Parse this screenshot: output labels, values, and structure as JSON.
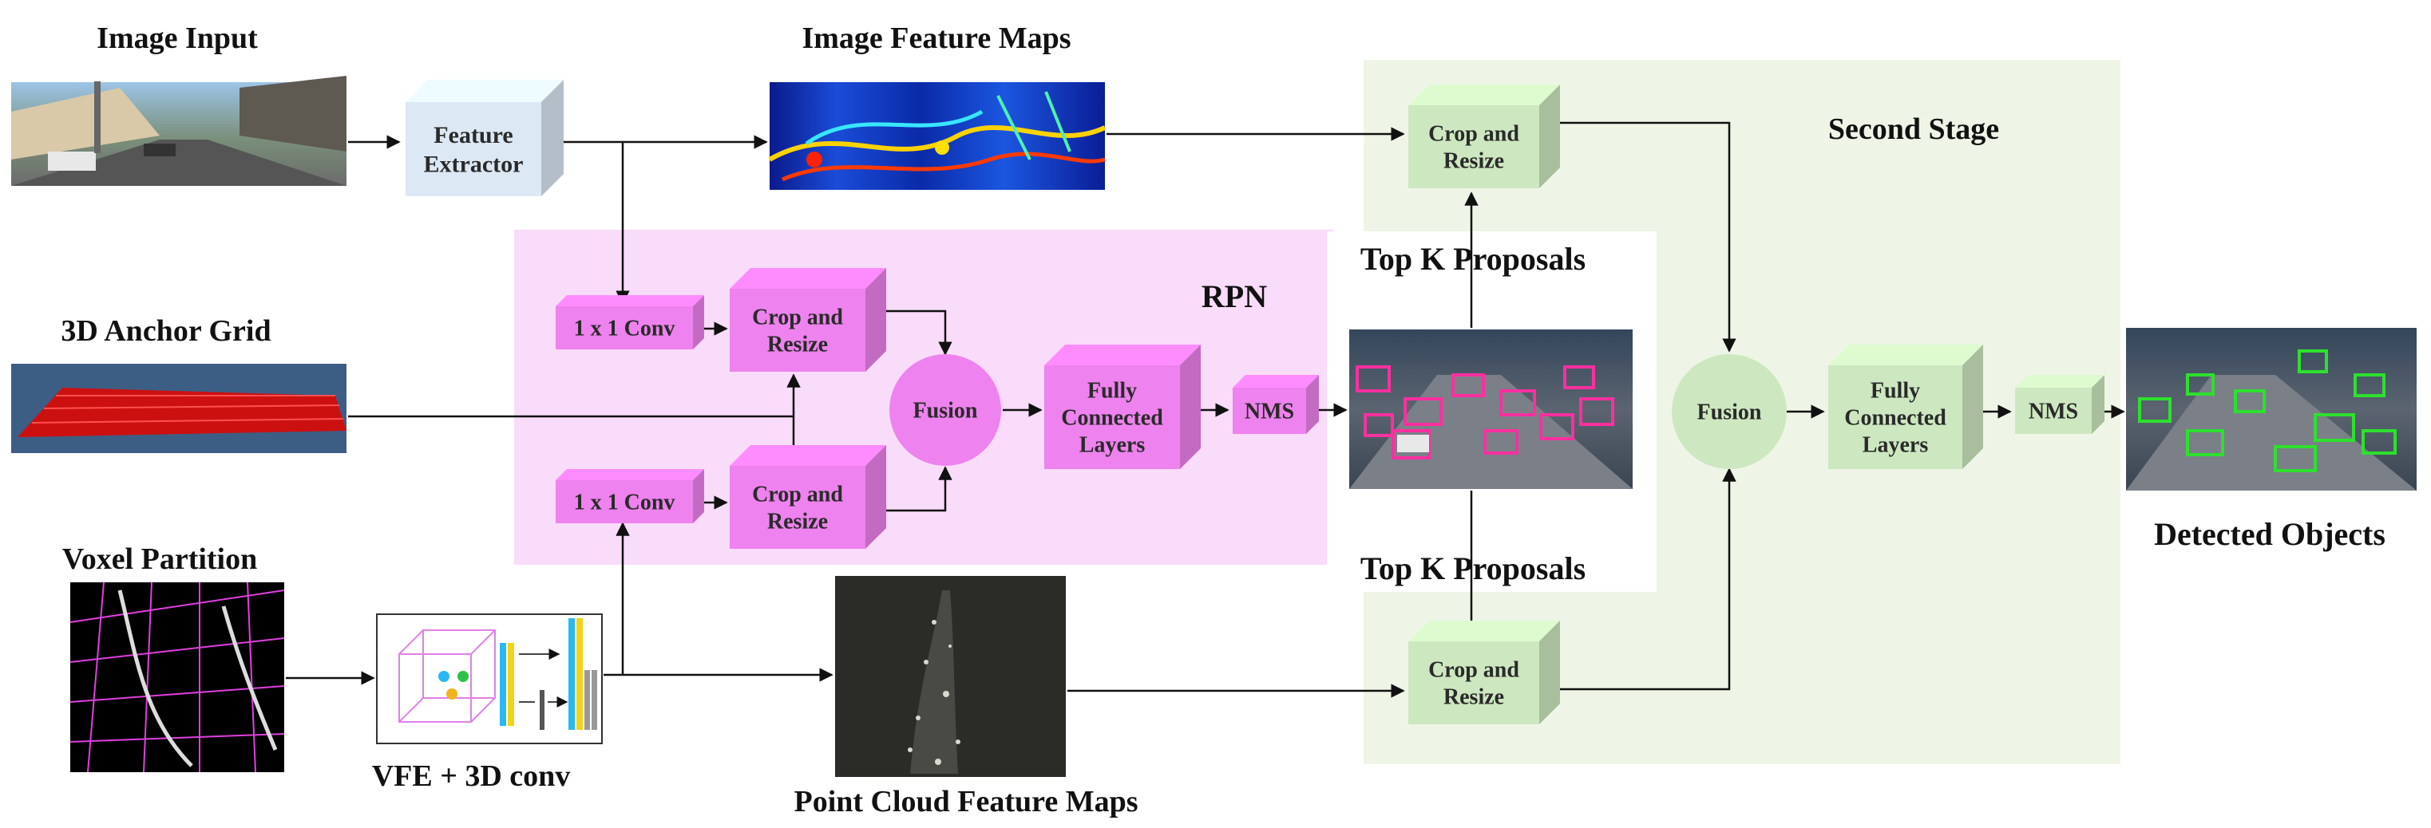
{
  "labels": {
    "image_input": "Image Input",
    "image_feature_maps": "Image Feature Maps",
    "second_stage": "Second Stage",
    "anchor_grid": "3D Anchor Grid",
    "rpn": "RPN",
    "top_k_upper": "Top K Proposals",
    "top_k_lower": "Top K Proposals",
    "detected_objects": "Detected Objects",
    "voxel_partition": "Voxel Partition",
    "vfe": "VFE + 3D conv",
    "point_cloud_feature_maps": "Point Cloud Feature Maps"
  },
  "boxes": {
    "feature_extractor": [
      "Feature",
      "Extractor"
    ],
    "conv_top": [
      "1 x 1 Conv"
    ],
    "conv_bottom": [
      "1 x 1 Conv"
    ],
    "rpn_crop_top": [
      "Crop and",
      "Resize"
    ],
    "rpn_crop_bottom": [
      "Crop and",
      "Resize"
    ],
    "rpn_fusion": [
      "Fusion"
    ],
    "rpn_fc": [
      "Fully",
      "Connected",
      "Layers"
    ],
    "rpn_nms": [
      "NMS"
    ],
    "stage2_crop_top": [
      "Crop and",
      "Resize"
    ],
    "stage2_crop_bottom": [
      "Crop and",
      "Resize"
    ],
    "stage2_fusion": [
      "Fusion"
    ],
    "stage2_fc": [
      "Fully",
      "Connected",
      "Layers"
    ],
    "stage2_nms": [
      "NMS"
    ]
  },
  "colors": {
    "feature_extractor": "#dce8f4",
    "rpn_region": "#f9dcf9",
    "rpn_box": "#ee82ee",
    "stage2_region": "#eef5e6",
    "stage2_box": "#cde8c0",
    "arrow": "#111111"
  }
}
